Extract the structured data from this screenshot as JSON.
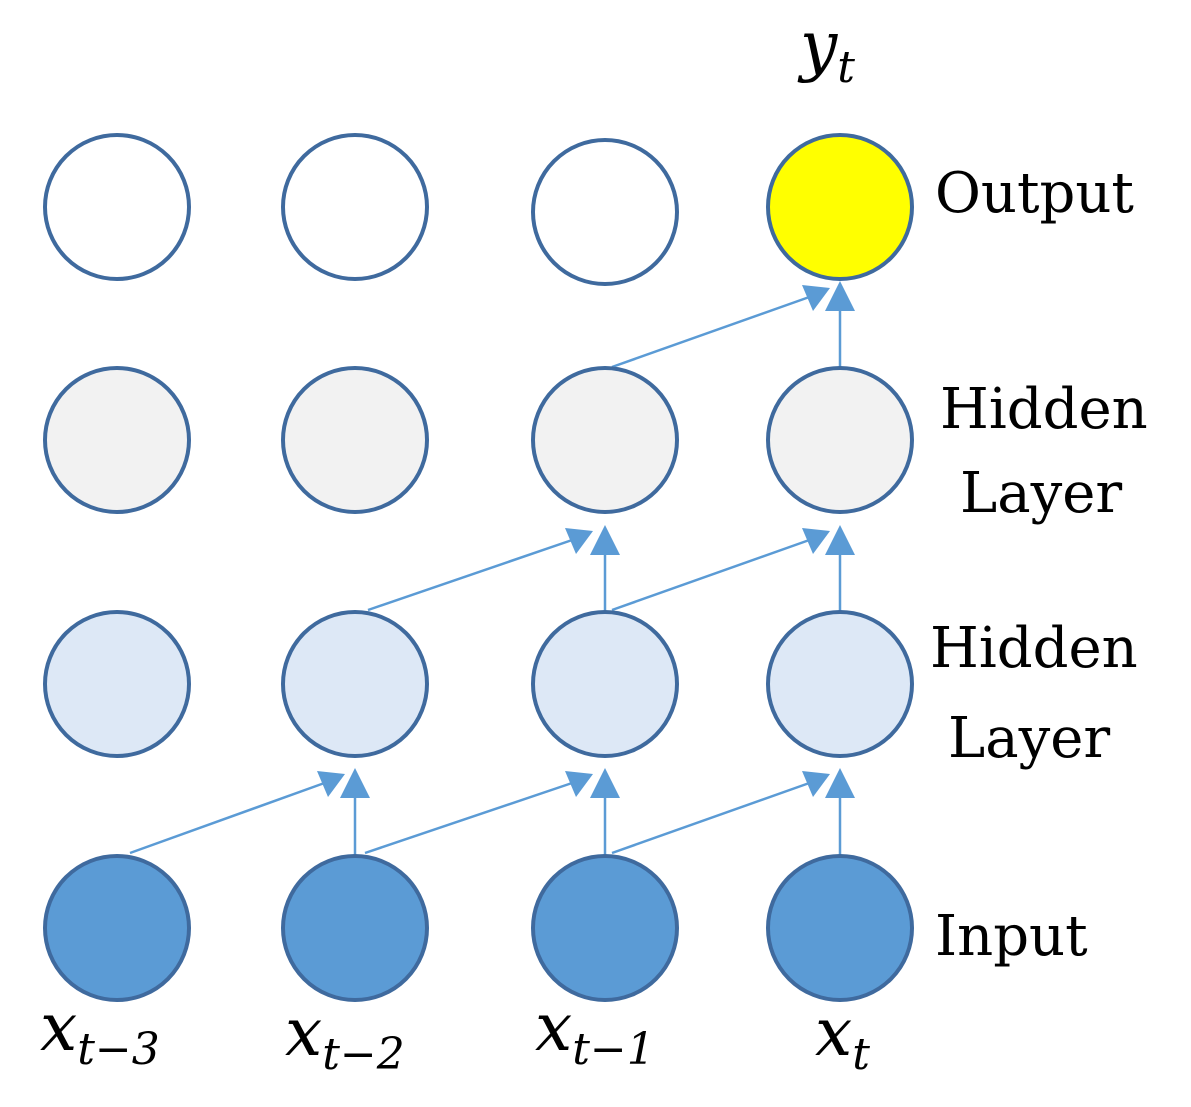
{
  "labels": {
    "output": "Output",
    "hidden_top_line1": "Hidden",
    "hidden_top_line2": "Layer",
    "hidden_bottom_line1": "Hidden",
    "hidden_bottom_line2": "Layer",
    "input": "Input"
  },
  "output_symbol": {
    "base": "y",
    "sub": "t"
  },
  "input_symbols": [
    {
      "base": "x",
      "sub": "t−3"
    },
    {
      "base": "x",
      "sub": "t−2"
    },
    {
      "base": "x",
      "sub": "t−1"
    },
    {
      "base": "x",
      "sub": "t"
    }
  ],
  "colors": {
    "output_active": "#ffff00",
    "output": "#ffffff",
    "hidden_top": "#f2f2f2",
    "hidden_bottom": "#dde8f6",
    "input": "#5b9bd5",
    "stroke": "#3f6a9e",
    "edge": "#5b9bd5"
  }
}
